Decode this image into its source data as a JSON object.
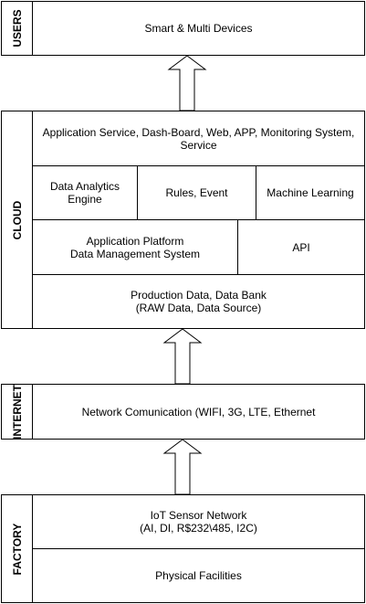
{
  "users": {
    "label": "USERS",
    "devices": "Smart & Multi Devices"
  },
  "cloud": {
    "label": "CLOUD",
    "app_service": "Application Service, Dash-Board, Web, APP, Monitoring System,\nService",
    "analytics": "Data Analytics\nEngine",
    "rules": "Rules, Event",
    "ml": "Machine Learning",
    "platform": "Application Platform\nData Management System",
    "api": "API",
    "data_bank": "Production Data, Data Bank\n(RAW Data, Data Source)"
  },
  "internet": {
    "label": "INTERNET",
    "network": "Network Comunication (WIFI, 3G, LTE, Ethernet"
  },
  "factory": {
    "label": "FACTORY",
    "sensor": "IoT Sensor Network\n(AI, DI, R$232\\485, I2C)",
    "facilities": "Physical Facilities"
  }
}
